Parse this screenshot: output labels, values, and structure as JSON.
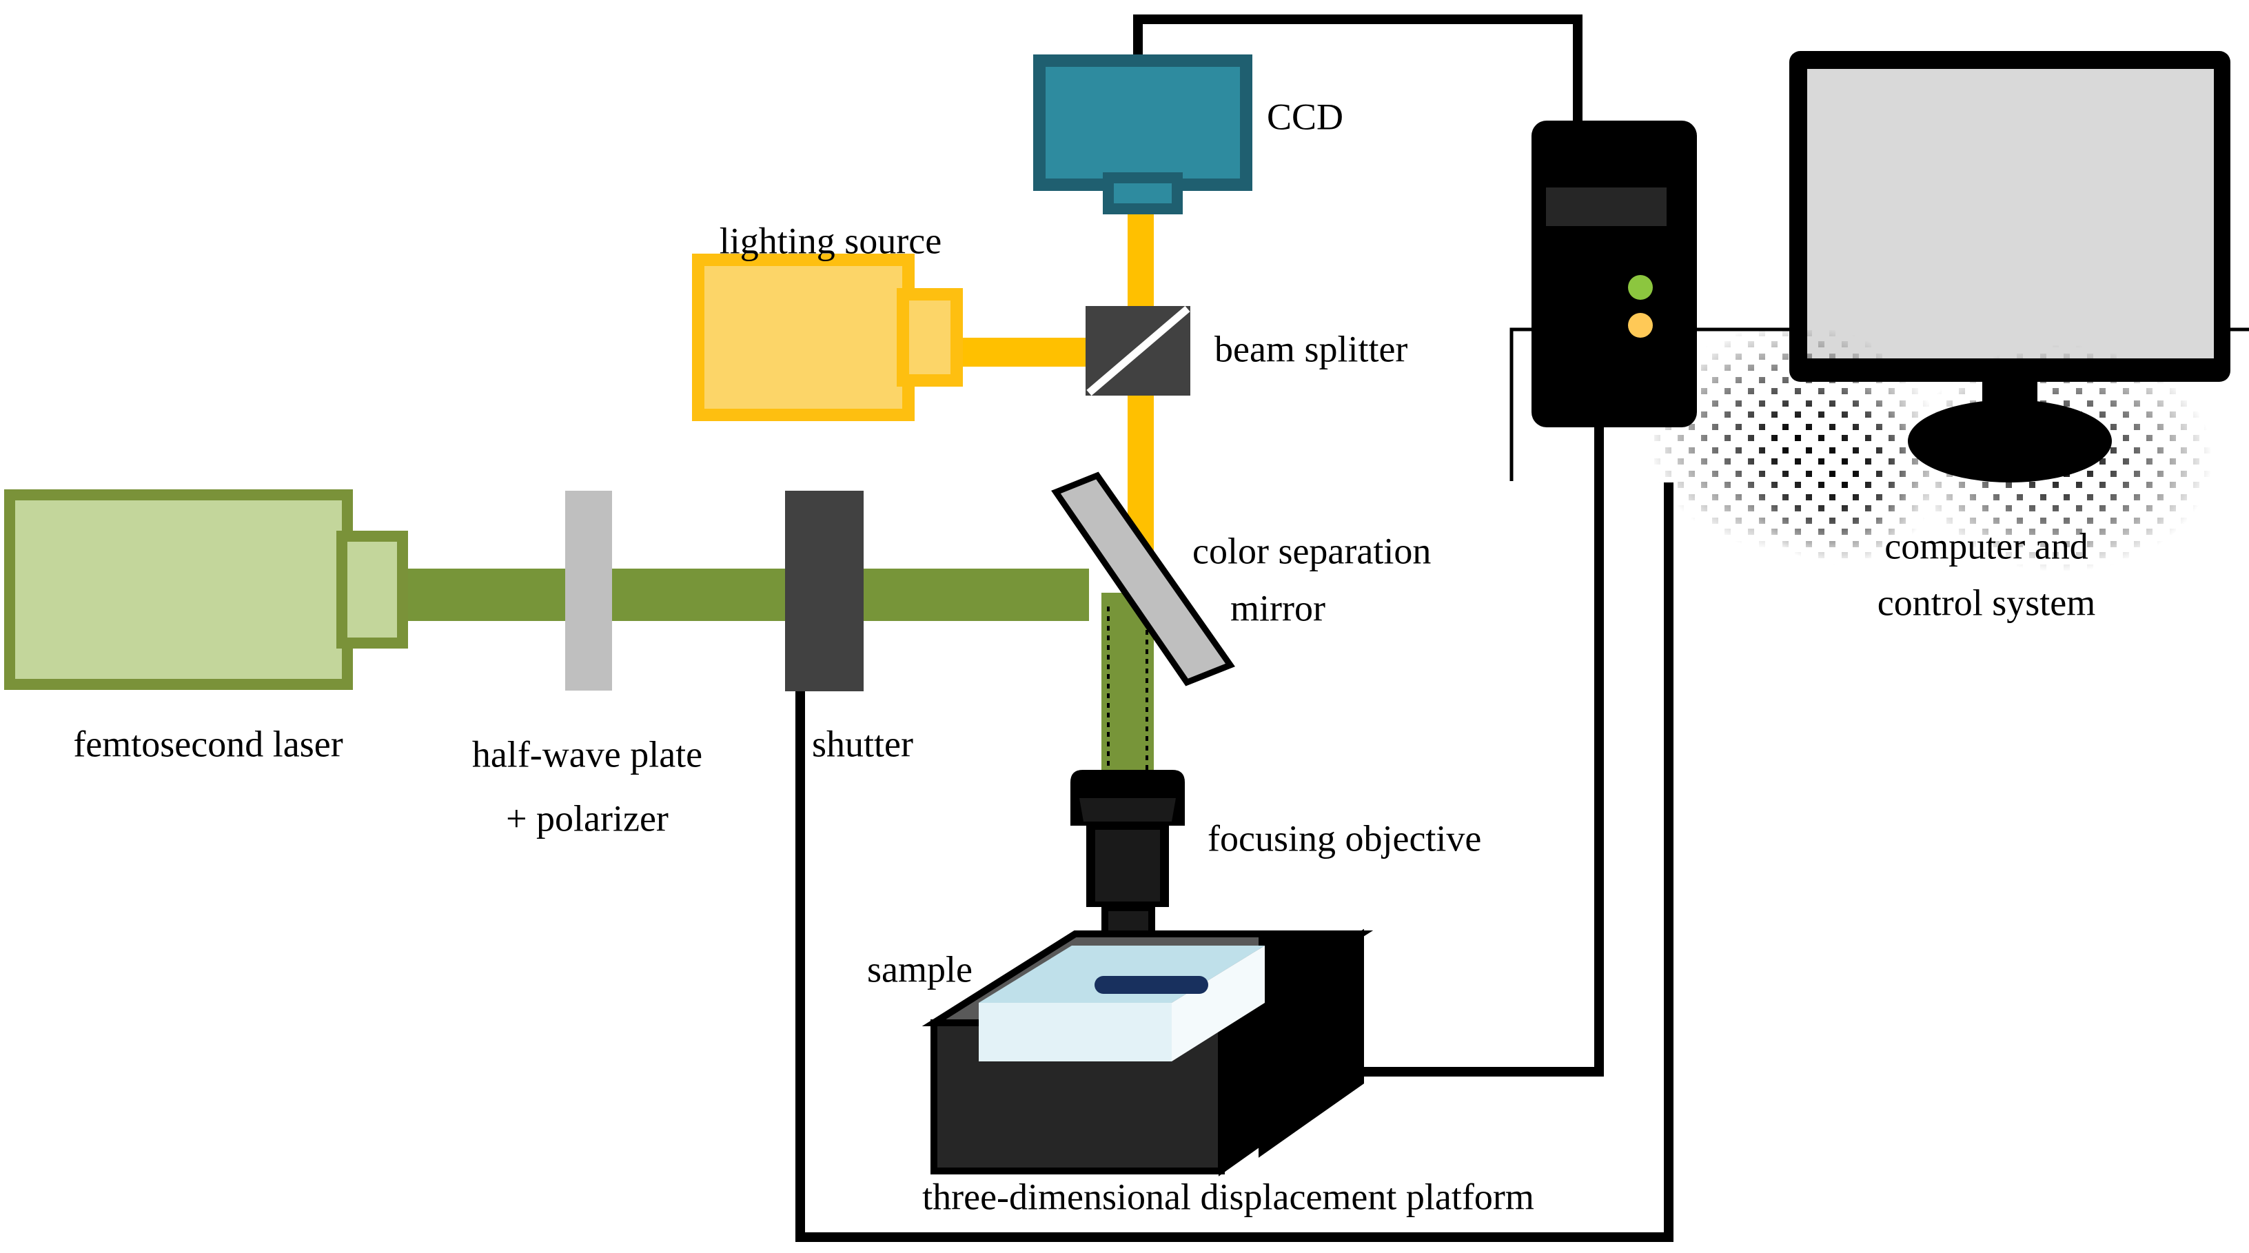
{
  "figure": {
    "kind": "optical-setup-schematic",
    "title": "femtosecond laser direct writing system schematic",
    "background_color": "#ffffff"
  },
  "labels": {
    "femtosecond_laser": "femtosecond laser",
    "half_wave_plate_line1": "half-wave plate",
    "half_wave_plate_line2": "+ polarizer",
    "shutter": "shutter",
    "lighting_source": "lighting source",
    "beam_splitter": "beam splitter",
    "ccd": "CCD",
    "color_separation_line1": "color separation",
    "color_separation_line2": "mirror",
    "focusing_objective": "focusing objective",
    "sample": "sample",
    "platform": "three-dimensional displacement platform",
    "computer_line1": "computer and",
    "computer_line2": "control system"
  },
  "colors": {
    "laser_body_fill": "#c3d69b",
    "laser_body_stroke": "#7a9239",
    "laser_beam_green": "#779539",
    "half_wave_plate": "#bfbfbf",
    "shutter_dark": "#414141",
    "beam_splitter_dark": "#414141",
    "beam_splitter_line": "#ffffff",
    "lighting_body_fill": "#fcd568",
    "lighting_body_stroke": "#febf10",
    "lighting_beam_yellow": "#ffc000",
    "ccd_fill": "#2e8b9f",
    "ccd_stroke": "#1f5f70",
    "mirror_fill": "#bfbfbf",
    "mirror_stroke": "#000000",
    "objective_black": "#000000",
    "objective_inner": "#1a1a1a",
    "stage_top_gray": "#595959",
    "stage_body_black": "#262626",
    "sample_top": "#bfe0ea",
    "sample_front": "#e3f2f7",
    "sample_side": "#f4fafc",
    "written_line_navy": "#18305e",
    "tower_black": "#000000",
    "tower_bay": "#262626",
    "led_green": "#8cc63f",
    "led_amber": "#ffc957",
    "monitor_bezel": "#000000",
    "monitor_screen": "#d9d9d9",
    "wire_black": "#000000",
    "desk_line": "#000000"
  },
  "components": [
    {
      "name": "femtosecond-laser",
      "type": "source",
      "label": "femtosecond laser"
    },
    {
      "name": "half-wave-plate-polarizer",
      "type": "optic",
      "label": "half-wave plate + polarizer"
    },
    {
      "name": "shutter",
      "type": "optic",
      "label": "shutter"
    },
    {
      "name": "lighting-source",
      "type": "source",
      "label": "lighting source"
    },
    {
      "name": "beam-splitter",
      "type": "optic",
      "label": "beam splitter"
    },
    {
      "name": "ccd",
      "type": "detector",
      "label": "CCD"
    },
    {
      "name": "color-separation-mirror",
      "type": "optic",
      "label": "color separation mirror"
    },
    {
      "name": "focusing-objective",
      "type": "optic",
      "label": "focusing objective"
    },
    {
      "name": "sample",
      "type": "workpiece",
      "label": "sample"
    },
    {
      "name": "three-dimensional-displacement-platform",
      "type": "stage",
      "label": "three-dimensional displacement platform"
    },
    {
      "name": "computer-and-control-system",
      "type": "controller",
      "label": "computer and control system"
    }
  ],
  "beams": [
    {
      "name": "femtosecond-laser-beam",
      "color": "#779539",
      "path": "laser -> half-wave plate -> shutter -> color separation mirror -> objective -> sample"
    },
    {
      "name": "illumination-beam",
      "color": "#ffc000",
      "path": "lighting source -> beam splitter -> color separation mirror / CCD"
    }
  ],
  "wires": [
    {
      "name": "ccd-to-computer-wire",
      "from": "CCD",
      "to": "computer tower"
    },
    {
      "name": "platform-to-computer-wire",
      "from": "three-dimensional displacement platform",
      "to": "computer tower"
    },
    {
      "name": "shutter-to-computer-wire",
      "from": "shutter",
      "to": "computer tower"
    }
  ]
}
